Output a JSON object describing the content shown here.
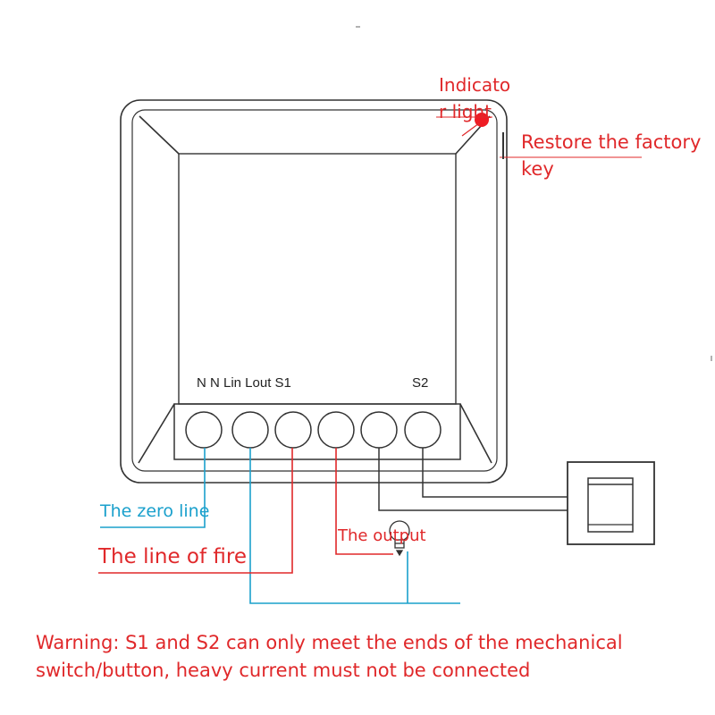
{
  "labels": {
    "indicator_line1": "Indicato",
    "indicator_line2": "r light",
    "restore_line1": "Restore the factory",
    "restore_line2": "key",
    "terminals_left": "N N Lin Lout S1",
    "terminal_s2": "S2",
    "zero_line": "The zero line",
    "fire_line": "The line of fire",
    "output": "The output"
  },
  "warning": {
    "line1": "Warning: S1 and S2 can only meet the ends of the mechanical",
    "line2": "switch/button, heavy current must not be connected"
  },
  "colors": {
    "annotation_red": "#e0282a",
    "zero_line_blue": "#1aa0cc",
    "device_outline": "#333333",
    "indicator_led": "#ee1c24"
  }
}
